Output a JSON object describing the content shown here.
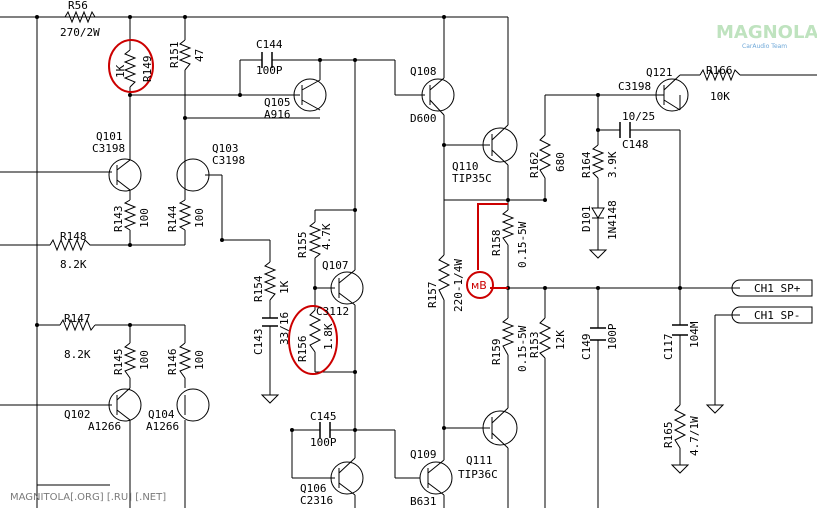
{
  "brand": {
    "logo": "MAGNOLA",
    "tagline": "CarAudio Team"
  },
  "watermark": "MAGNITOLA[.ORG] [.RU] [.NET]",
  "measurement_marker": "мВ",
  "outputs": {
    "positive": "CH1 SP+",
    "negative": "CH1 SP-"
  },
  "components": {
    "r56": {
      "ref": "R56",
      "value": "270/2W"
    },
    "r149": {
      "ref": "R149",
      "value": "1K"
    },
    "r151": {
      "ref": "R151",
      "value": "47"
    },
    "c144": {
      "ref": "C144",
      "value": "100P"
    },
    "q105": {
      "ref": "Q105",
      "part": "A916"
    },
    "q108": {
      "ref": "Q108",
      "part": "D600"
    },
    "q101": {
      "ref": "Q101",
      "part": "C3198"
    },
    "q103": {
      "ref": "Q103",
      "part": "C3198"
    },
    "r143": {
      "ref": "R143",
      "value": "100"
    },
    "r144": {
      "ref": "R144",
      "value": "100"
    },
    "r148": {
      "ref": "R148",
      "value": "8.2K"
    },
    "r155": {
      "ref": "R155",
      "value": "4.7K"
    },
    "q107": {
      "ref": "Q107",
      "part": "C3112"
    },
    "r154": {
      "ref": "R154",
      "value": "1K"
    },
    "c143": {
      "ref": "C143",
      "value": "33/16"
    },
    "r156": {
      "ref": "R156",
      "value": "1.8K"
    },
    "r147": {
      "ref": "R147",
      "value": "8.2K"
    },
    "r145": {
      "ref": "R145",
      "value": "100"
    },
    "r146": {
      "ref": "R146",
      "value": "100"
    },
    "q102": {
      "ref": "Q102",
      "part": "A1266"
    },
    "q104": {
      "ref": "Q104",
      "part": "A1266"
    },
    "c145": {
      "ref": "C145",
      "value": "100P"
    },
    "q106": {
      "ref": "Q106",
      "part": "C2316"
    },
    "q109": {
      "ref": "Q109",
      "part": "B631"
    },
    "q110": {
      "ref": "Q110",
      "part": "TIP35C"
    },
    "q111": {
      "ref": "Q111",
      "part": "TIP36C"
    },
    "r157": {
      "ref": "R157",
      "value": "220-1/4W"
    },
    "r158": {
      "ref": "R158",
      "value": "0.15-5W"
    },
    "r159": {
      "ref": "R159",
      "value": "0.15-5W"
    },
    "r162": {
      "ref": "R162",
      "value": "680"
    },
    "r164": {
      "ref": "R164",
      "value": "3.9K"
    },
    "d101": {
      "ref": "D101",
      "part": "1N4148"
    },
    "c148": {
      "ref": "C148",
      "value": "10/25"
    },
    "q121": {
      "ref": "Q121",
      "part": "C3198"
    },
    "r166": {
      "ref": "R166",
      "value": "10K"
    },
    "r153": {
      "ref": "R153",
      "value": "12K"
    },
    "c149": {
      "ref": "C149",
      "value": "100P"
    },
    "c117": {
      "ref": "C117",
      "value": "104M"
    },
    "r165": {
      "ref": "R165",
      "value": "4.7/1W"
    }
  }
}
